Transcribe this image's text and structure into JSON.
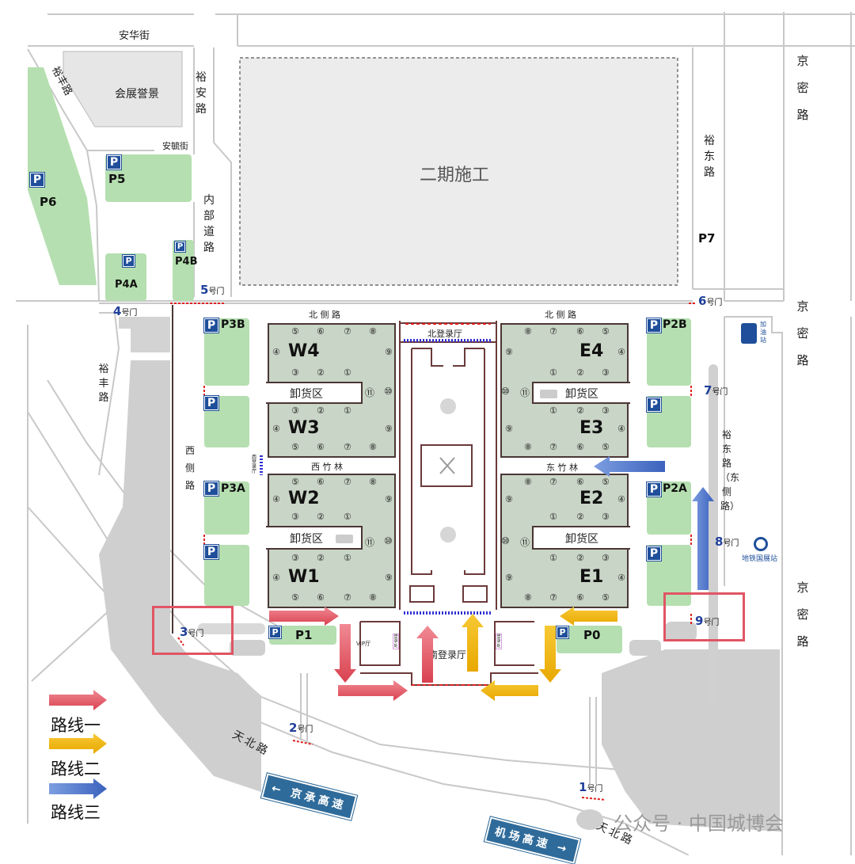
{
  "roads": {
    "anhua": "安华街",
    "yufeng_top": "裕丰路",
    "yufeng_bottom": "裕丰路",
    "yuan": "裕安路",
    "anyu": "安毓街",
    "inner": "内部道路",
    "yudong_top": "裕东路",
    "jingmi_1": "京密路",
    "jingmi_2": "京密路",
    "jingmi_3": "京密路",
    "north_w": "北 侧 路",
    "north_e": "北 侧 路",
    "west_side": "西侧路",
    "yudong_east": "裕东路（东侧路）",
    "tianbei_1": "天北路",
    "tianbei_2": "天北路",
    "xizhulin": "西 竹 林",
    "dongzhulin": "东 竹 林"
  },
  "places": {
    "huizhan": "会展誉景",
    "phase2": "二期施工",
    "north_lobby": "北登录厅",
    "south_lobby": "南登录厅",
    "vip": "VIP厅",
    "west_lobby": "西登录厅",
    "gas": "加油站",
    "subway": "地铁国展站",
    "reg_desk_l": "登录处",
    "reg_desk_r": "登录处"
  },
  "parking": {
    "P6": "P6",
    "P5": "P5",
    "P4A": "P4A",
    "P4B": "P4B",
    "P7": "P7",
    "P3B": "P3B",
    "P3A": "P3A",
    "P2B": "P2B",
    "P2A": "P2A",
    "P1": "P1",
    "P0": "P0",
    "icon": "P"
  },
  "gates": {
    "g1": {
      "n": "1",
      "t": "号门"
    },
    "g2": {
      "n": "2",
      "t": "号门"
    },
    "g3": {
      "n": "3",
      "t": "号门"
    },
    "g4": {
      "n": "4",
      "t": "号门"
    },
    "g5": {
      "n": "5",
      "t": "号门"
    },
    "g6": {
      "n": "6",
      "t": "号门"
    },
    "g7": {
      "n": "7",
      "t": "号门"
    },
    "g8": {
      "n": "8",
      "t": "号门"
    },
    "g9": {
      "n": "9",
      "t": "号门"
    }
  },
  "halls": {
    "W4": {
      "name": "W4",
      "top": [
        "⑤",
        "⑥",
        "⑦",
        "⑧"
      ],
      "bottom": [
        "③",
        "②",
        "①"
      ],
      "left": "④",
      "right": "⑨"
    },
    "W3": {
      "name": "W3",
      "top": [
        "③",
        "②",
        "①"
      ],
      "bottom": [
        "⑤",
        "⑥",
        "⑦",
        "⑧"
      ],
      "left": "④",
      "right": "⑨"
    },
    "W2": {
      "name": "W2",
      "top": [
        "⑤",
        "⑥",
        "⑦",
        "⑧"
      ],
      "bottom": [
        "③",
        "②",
        "①"
      ],
      "left": "④",
      "right": "⑨"
    },
    "W1": {
      "name": "W1",
      "top": [
        "③",
        "②",
        "①"
      ],
      "bottom": [
        "⑤",
        "⑥",
        "⑦",
        "⑧"
      ],
      "left": "④",
      "right": "⑨"
    },
    "E4": {
      "name": "E4",
      "top": [
        "⑧",
        "⑦",
        "⑥",
        "⑤"
      ],
      "bottom": [
        "①",
        "②",
        "③"
      ],
      "left": "⑨",
      "right": "④"
    },
    "E3": {
      "name": "E3",
      "top": [
        "①",
        "②",
        "③"
      ],
      "bottom": [
        "⑧",
        "⑦",
        "⑥",
        "⑤"
      ],
      "left": "⑨",
      "right": "④"
    },
    "E2": {
      "name": "E2",
      "top": [
        "⑧",
        "⑦",
        "⑥",
        "⑤"
      ],
      "bottom": [
        "①",
        "②",
        "③"
      ],
      "left": "⑨",
      "right": "④"
    },
    "E1": {
      "name": "E1",
      "top": [
        "①",
        "②",
        "③"
      ],
      "bottom": [
        "⑧",
        "⑦",
        "⑥",
        "⑤"
      ],
      "left": "⑨",
      "right": "④"
    }
  },
  "loading": {
    "label": "卸货区",
    "w_nums": [
      "⑪",
      "⑩"
    ],
    "e_nums": [
      "⑩",
      "⑪"
    ]
  },
  "highways": {
    "jingcheng": "京承高速",
    "jichang": "机场高速"
  },
  "legend": [
    {
      "label": "路线一",
      "color": "#e05564"
    },
    {
      "label": "路线二",
      "color": "#f2b705"
    },
    {
      "label": "路线三",
      "color": "#4a74c9"
    }
  ],
  "watermark": "公众号 · 中国城博会"
}
